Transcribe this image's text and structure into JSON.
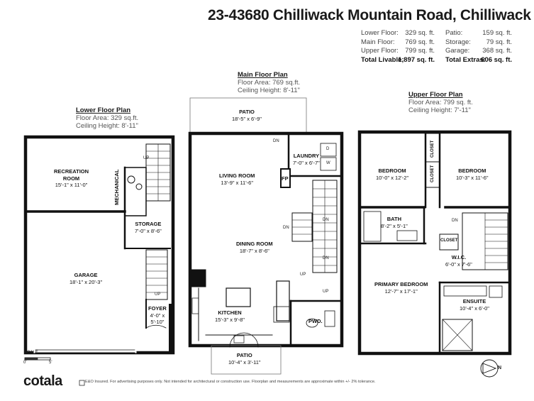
{
  "address": "23-43680 Chilliwack Mountain Road, Chilliwack",
  "summary": {
    "lower": {
      "label": "Lower Floor:",
      "value": "329 sq. ft."
    },
    "main": {
      "label": "Main Floor:",
      "value": "769 sq. ft."
    },
    "upper": {
      "label": "Upper Floor:",
      "value": "799 sq. ft."
    },
    "livable": {
      "label": "Total Livable:",
      "value": "1,897 sq. ft."
    },
    "patio": {
      "label": "Patio:",
      "value": "159 sq. ft."
    },
    "storage": {
      "label": "Storage:",
      "value": "79 sq. ft."
    },
    "garage": {
      "label": "Garage:",
      "value": "368 sq. ft."
    },
    "extras": {
      "label": "Total Extras:",
      "value": "606 sq. ft."
    }
  },
  "floors": {
    "lower": {
      "heading": "Lower Floor Plan",
      "area": "Floor Area: 329 sq.ft.",
      "ceiling": "Ceiling Height: 8'-11\""
    },
    "main": {
      "heading": "Main Floor Plan",
      "area": "Floor Area: 769 sq.ft.",
      "ceiling": "Ceiling Height: 8'-11\""
    },
    "upper": {
      "heading": "Upper Floor Plan",
      "area": "Floor Area: 799 sq. ft.",
      "ceiling": "Ceiling Height: 7'-11\""
    }
  },
  "rooms": {
    "recreation": {
      "name1": "RECREATION",
      "name2": "ROOM",
      "dim": "15'-1\" x 11'-0\""
    },
    "mechanical": {
      "name": "MECHANICAL"
    },
    "storage": {
      "name": "STORAGE",
      "dim": "7'-0\" x 8'-6\""
    },
    "garage": {
      "name": "GARAGE",
      "dim": "18'-1\" x 20'-3\""
    },
    "foyer": {
      "name": "FOYER",
      "dim1": "4'-0\" x",
      "dim2": "5'-10\""
    },
    "patio_top": {
      "name": "PATIO",
      "dim": "18'-5\" x 6'-9\""
    },
    "laundry": {
      "name": "LAUNDRY",
      "dim": "7'-0\" x 6'-7\""
    },
    "living": {
      "name": "LIVING ROOM",
      "dim": "13'-9\" x 11'-6\""
    },
    "fp": {
      "name": "FP"
    },
    "dining": {
      "name": "DINING ROOM",
      "dim": "18'-7\" x 8'-6\""
    },
    "kitchen": {
      "name": "KITCHEN",
      "dim": "15'-3\" x 9'-8\""
    },
    "pwd": {
      "name": "PWD."
    },
    "patio_bottom": {
      "name": "PATIO",
      "dim": "10'-4\" x 3'-11\""
    },
    "bedroom_left": {
      "name": "BEDROOM",
      "dim": "10'-0\" x 12'-2\""
    },
    "bedroom_right": {
      "name": "BEDROOM",
      "dim": "10'-3\" x 11'-6\""
    },
    "closet1": {
      "name": "CLOSET"
    },
    "closet2": {
      "name": "CLOSET"
    },
    "closet3": {
      "name": "CLOSET"
    },
    "bath": {
      "name": "BATH",
      "dim": "8'-2\" x 5'-1\""
    },
    "wic": {
      "name": "W.I.C.",
      "dim": "6'-0\" x 7'-6\""
    },
    "primary": {
      "name": "PRIMARY BEDROOM",
      "dim": "12'-7\" x 17'-1\""
    },
    "ensuite": {
      "name": "ENSUITE",
      "dim": "10'-4\" x 6'-0\""
    }
  },
  "markers": {
    "up": "UP",
    "dn": "DN",
    "d": "D",
    "w": "W"
  },
  "scale": {
    "label": "SCALE",
    "zero": "0'",
    "five": "5'"
  },
  "footer": {
    "logo": "cotala",
    "disclaimer": "E&O Insured. For advertising purposes only. Not intended for architectural or construction use. Floorplan and measurements are approximate within +/- 2% tolerance."
  },
  "compass": {
    "letter": "N"
  }
}
